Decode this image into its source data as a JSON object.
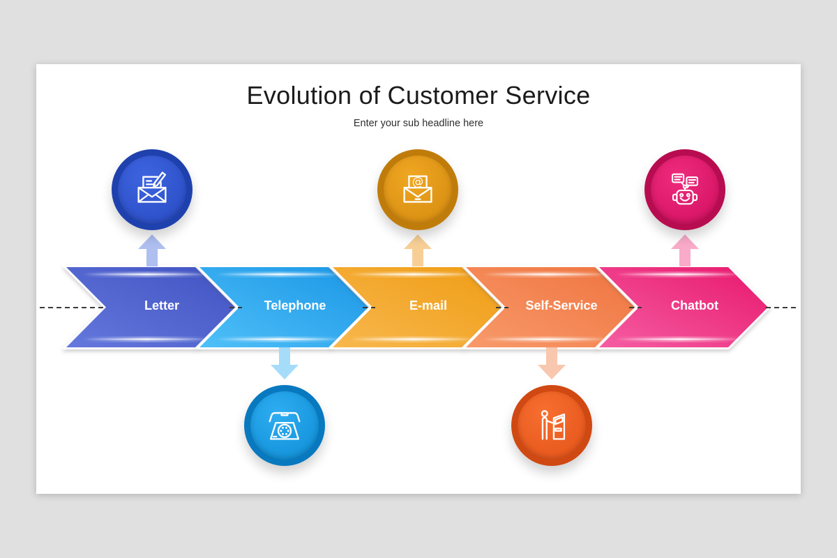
{
  "canvas": {
    "background": "#e0e0e0"
  },
  "slide": {
    "background": "#ffffff",
    "title": "Evolution of Customer Service",
    "subtitle": "Enter your sub headline here"
  },
  "timeline": {
    "dash_color": "#3a3a3a",
    "stages": [
      {
        "label": "Letter",
        "icon": "letter-writing-icon",
        "icon_position": "above",
        "chevron_light": "#6478dd",
        "chevron_dark": "#4153c2",
        "connector_color": "#aebff0",
        "circle_outer": "#1f41ae",
        "circle_inner_light": "#3d64e0",
        "circle_inner_dark": "#2a4dc4"
      },
      {
        "label": "Telephone",
        "icon": "rotary-phone-icon",
        "icon_position": "below",
        "chevron_light": "#4fc0f8",
        "chevron_dark": "#1b96e6",
        "connector_color": "#a5dcfa",
        "circle_outer": "#0879bf",
        "circle_inner_light": "#2fadf2",
        "circle_inner_dark": "#1090d8"
      },
      {
        "label": "E-mail",
        "icon": "email-at-icon",
        "icon_position": "above",
        "chevron_light": "#f8b84e",
        "chevron_dark": "#ef9c14",
        "connector_color": "#f7cf96",
        "circle_outer": "#c07c0a",
        "circle_inner_light": "#f0a722",
        "circle_inner_dark": "#d68c10"
      },
      {
        "label": "Self-Service",
        "icon": "self-service-kiosk-icon",
        "icon_position": "below",
        "chevron_light": "#f89a6a",
        "chevron_dark": "#ef7440",
        "connector_color": "#f8c7ae",
        "circle_outer": "#d04812",
        "circle_inner_light": "#f76f30",
        "circle_inner_dark": "#e5551a"
      },
      {
        "label": "Chatbot",
        "icon": "chatbot-robot-icon",
        "icon_position": "above",
        "chevron_light": "#f55da2",
        "chevron_dark": "#e8186e",
        "connector_color": "#f9abc9",
        "circle_outer": "#b80c50",
        "circle_inner_light": "#ee2b7c",
        "circle_inner_dark": "#d41162"
      }
    ]
  }
}
